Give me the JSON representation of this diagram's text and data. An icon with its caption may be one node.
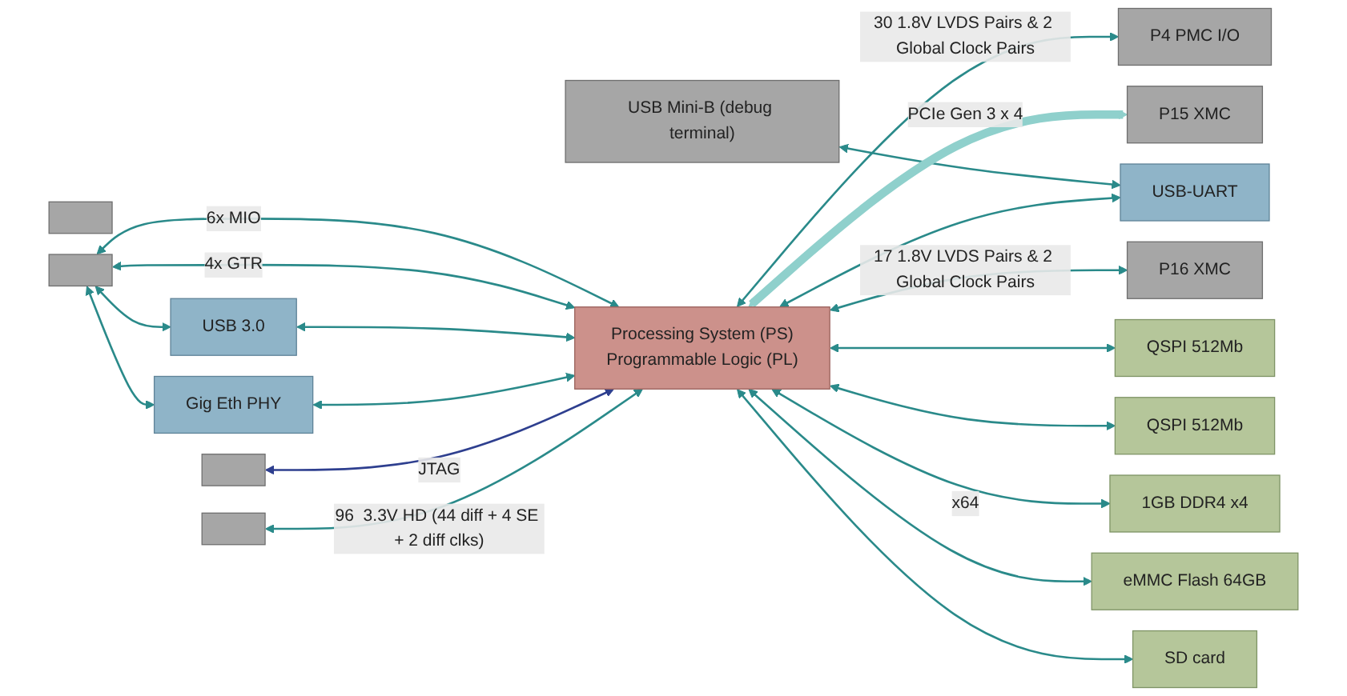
{
  "diagram": {
    "nodes": [
      {
        "text": [],
        "shape": "box"
      },
      {
        "text": [],
        "shape": "box"
      },
      {
        "text": [],
        "shape": "box"
      },
      {
        "text": [],
        "shape": "box"
      },
      {
        "text": [
          "eMMC Flash 64GB"
        ]
      },
      {
        "text": [
          "SD card"
        ]
      },
      {
        "text": [
          "1GB DDR4 x4"
        ]
      },
      {
        "text": [
          "QSPI 512Mb"
        ]
      },
      {
        "text": [
          "QSPI 512Mb"
        ]
      },
      {
        "text": [
          "USB Mini-B (debug terminal)"
        ]
      },
      {
        "text": [
          "P4 PMC I/O"
        ]
      },
      {
        "text": [
          "P16 XMC"
        ]
      },
      {
        "text": [
          "USB 3.0"
        ]
      },
      {
        "text": [
          "Gig Eth PHY"
        ]
      },
      {
        "text": [
          "Processing System (PS)",
          "Programmable Logic (PL)"
        ]
      },
      {
        "text": [
          "USB-UART"
        ]
      },
      {
        "text": [
          "P15 XMC"
        ]
      }
    ],
    "edges": [
      {
        "from": 3,
        "to": 14,
        "arrow": "both",
        "label": "6x MIO"
      },
      {
        "from": 3,
        "to": 14,
        "arrow": "both",
        "label": "4x GTR"
      },
      {
        "from": 3,
        "to": 12,
        "arrow": "both"
      },
      {
        "from": 12,
        "to": 14,
        "arrow": "both"
      },
      {
        "from": 3,
        "to": 13,
        "arrow": "both"
      },
      {
        "from": 13,
        "to": 14,
        "arrow": "both"
      },
      {
        "from": 1,
        "to": 14,
        "arrow": "both",
        "label": "JTAG",
        "color": "#2e3f8f"
      },
      {
        "from": 2,
        "to": 14,
        "arrow": "both",
        "label": "96  3.3V HD (44 diff + 4 SE + 2 diff clks)"
      },
      {
        "from": 14,
        "to": 5,
        "arrow": "both"
      },
      {
        "from": 14,
        "to": 4,
        "arrow": "both"
      },
      {
        "from": 14,
        "to": 6,
        "arrow": "both",
        "label": "x64"
      },
      {
        "from": 14,
        "to": 7,
        "arrow": "both"
      },
      {
        "from": 14,
        "to": 8,
        "arrow": "both"
      },
      {
        "from": 9,
        "to": 15,
        "arrow": "both"
      },
      {
        "from": 14,
        "to": 15,
        "arrow": "both"
      },
      {
        "from": 14,
        "to": 11,
        "arrow": "both",
        "label": "17 1.8V LVDS Pairs & 2 Global Clock Pairs"
      },
      {
        "from": 14,
        "to": 16,
        "arrow": "both",
        "label": "PCIe Gen 3 x 4",
        "style": "thick",
        "color": "#8fd0cc"
      },
      {
        "from": 14,
        "to": 10,
        "arrow": "both",
        "label": "30 1.8V LVDS Pairs & 2 Global Clock Pairs"
      }
    ]
  }
}
